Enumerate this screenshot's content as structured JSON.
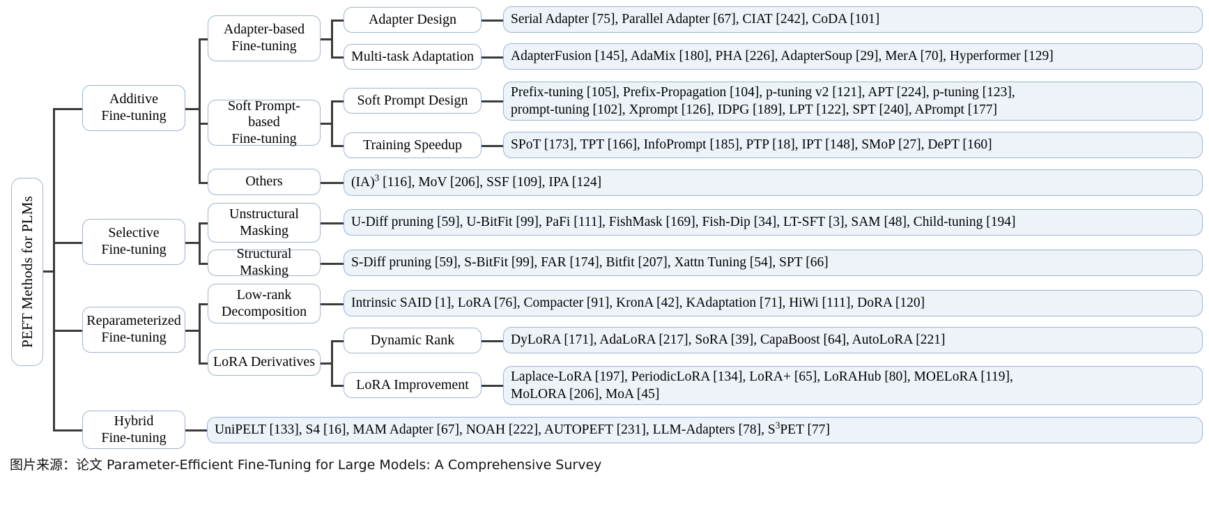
{
  "diagram": {
    "type": "taxonomy-tree",
    "root": {
      "label": "PEFT Methods for PLMs"
    },
    "level1": [
      {
        "id": "additive",
        "label": "Additive\nFine-tuning"
      },
      {
        "id": "selective",
        "label": "Selective\nFine-tuning"
      },
      {
        "id": "reparameterized",
        "label": "Reparameterized\nFine-tuning"
      },
      {
        "id": "hybrid",
        "label": "Hybrid\nFine-tuning"
      }
    ],
    "level2": [
      {
        "id": "adapter-based",
        "label": "Adapter-based\nFine-tuning"
      },
      {
        "id": "soft-prompt-based",
        "label": "Soft Prompt-based\nFine-tuning"
      },
      {
        "id": "others",
        "label": "Others"
      },
      {
        "id": "unstructural",
        "label": "Unstructural\nMasking"
      },
      {
        "id": "structural",
        "label": "Structural Masking"
      },
      {
        "id": "low-rank",
        "label": "Low-rank\nDecomposition"
      },
      {
        "id": "lora-derivatives",
        "label": "LoRA Derivatives"
      }
    ],
    "level3": [
      {
        "id": "adapter-design",
        "label": "Adapter Design"
      },
      {
        "id": "multi-task",
        "label": "Multi-task Adaptation"
      },
      {
        "id": "soft-prompt-design",
        "label": "Soft Prompt Design"
      },
      {
        "id": "training-speedup",
        "label": "Training Speedup"
      },
      {
        "id": "dynamic-rank",
        "label": "Dynamic Rank"
      },
      {
        "id": "lora-improvement",
        "label": "LoRA Improvement"
      }
    ],
    "leaves": {
      "adapter_design": "Serial Adapter  [75], Parallel Adapter [67], CIAT [242], CoDA [101]",
      "multi_task": "AdapterFusion [145], AdaMix [180], PHA [226], AdapterSoup [29], MerA [70], Hyperformer [129]",
      "soft_prompt_design_line1": "Prefix-tuning [105], Prefix-Propagation [104], p-tuning v2 [121], APT [224], p-tuning [123],",
      "soft_prompt_design_line2": "prompt-tuning [102], Xprompt [126], IDPG [189], LPT [122], SPT [240], APrompt [177]",
      "training_speedup": "SPoT [173], TPT [166], InfoPrompt [185], PTP [18], IPT [148], SMoP [27], DePT [160]",
      "others_prefix": "(IA)",
      "others_sup": "3",
      "others_rest": " [116], MoV [206], SSF [109], IPA [124]",
      "unstructural": "U-Diff pruning [59], U-BitFit [99], PaFi [111], FishMask [169], Fish-Dip [34], LT-SFT [3], SAM [48], Child-tuning [194]",
      "structural": "S-Diff pruning [59], S-BitFit [99], FAR [174], Bitfit [207], Xattn Tuning [54], SPT [66]",
      "low_rank": "Intrinsic SAID [1], LoRA [76], Compacter [91], KronA [42], KAdaptation [71], HiWi [111], DoRA [120]",
      "dynamic_rank": "DyLoRA [171], AdaLoRA [217], SoRA [39], CapaBoost [64], AutoLoRA [221]",
      "lora_improvement_line1": "Laplace-LoRA [197], PeriodicLoRA [134], LoRA+ [65],  LoRAHub [80], MOELoRA [119],",
      "lora_improvement_line2": "MoLORA [206], MoA [45]",
      "hybrid_a": "UniPELT [133], S4 [16], MAM Adapter [67], NOAH [222], AUTOPEFT [231], LLM-Adapters [78], S",
      "hybrid_sup": "3",
      "hybrid_b": "PET [77]"
    },
    "colors": {
      "node_border": "#9bb4d0",
      "leaf_fill": "#eef3fa",
      "node_fill": "#ffffff",
      "line": "#3a3a3a",
      "text": "#000000"
    }
  },
  "caption": {
    "prefix": "图片来源：论文 ",
    "title": "Parameter-Efficient Fine-Tuning for Large Models: A Comprehensive Survey"
  }
}
